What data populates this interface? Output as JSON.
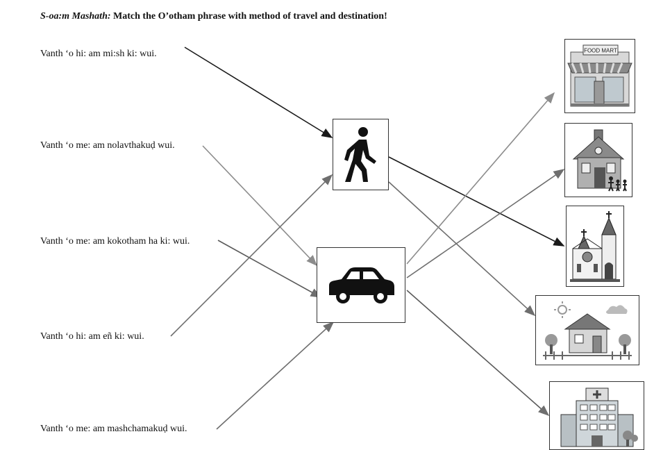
{
  "title": {
    "label": "S-oa:m  Mashath:",
    "instruction": "Match the O’otham phrase with method of travel and destination!"
  },
  "phrases": [
    "Vanth ‘o hi: am mi:sh ki: wui.",
    "Vanth ‘o me: am nolavthakuḍ wui.",
    "Vanth ‘o me: am kokotham ha ki: wui.",
    "Vanth ‘o hi: am eñ ki: wui.",
    "Vanth ‘o me: am mashchamakuḍ wui."
  ],
  "transport": [
    {
      "icon": "walking-person-icon"
    },
    {
      "icon": "car-icon"
    }
  ],
  "destinations": [
    {
      "icon": "food-mart-store-icon",
      "sign_text": "FOOD MART"
    },
    {
      "icon": "school-icon"
    },
    {
      "icon": "church-icon"
    },
    {
      "icon": "house-icon"
    },
    {
      "icon": "hospital-icon"
    }
  ],
  "colors": {
    "arrow_dark": "#1a1a1a",
    "arrow_gray": "#6e6e6e",
    "arrow_light": "#8c8c8c"
  }
}
